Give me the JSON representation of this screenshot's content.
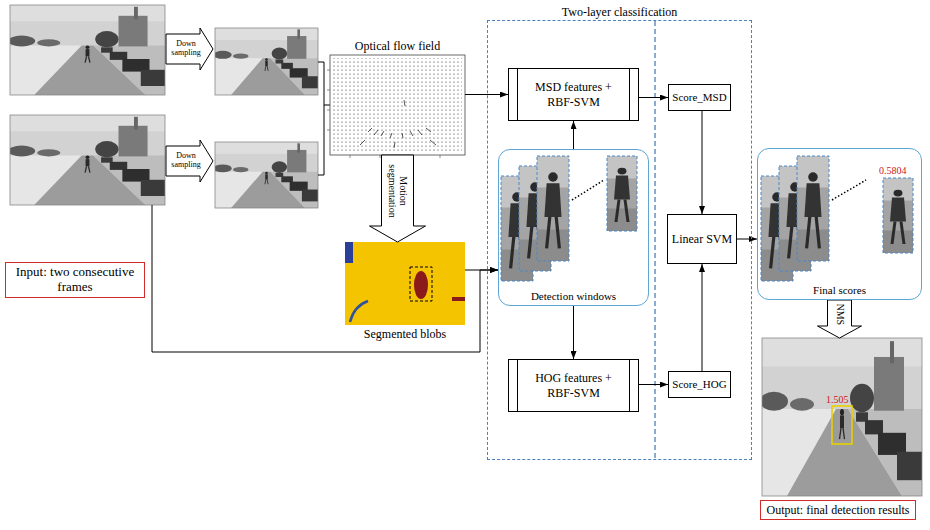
{
  "diagram": {
    "nodes": [
      {
        "text": [
          "Input: two consecutive frames"
        ]
      },
      {
        "text": [
          "Optical flow field"
        ]
      },
      {
        "text": [
          "Segmented blobs"
        ]
      },
      {
        "text": [
          "Two-layer classification"
        ]
      },
      {
        "text": [
          "MSD features + RBF-SVM"
        ],
        "in": 3
      },
      {
        "text": [
          "Detection windows"
        ],
        "in": 3
      },
      {
        "text": [
          "HOG features + RBF-SVM"
        ],
        "in": 3
      },
      {
        "text": [
          "Score_MSD"
        ],
        "in": 3
      },
      {
        "text": [
          "Linear SVM"
        ],
        "in": 3
      },
      {
        "text": [
          "Score_HOG"
        ],
        "in": 3
      },
      {
        "text": [
          "Final scores"
        ]
      },
      {
        "text": [
          "Output: final detection results"
        ]
      }
    ],
    "edges": [
      {
        "from": 1,
        "to": 2,
        "label": "Motion segmentation",
        "arrow": "to"
      },
      {
        "from": 1,
        "to": 4,
        "arrow": "to"
      },
      {
        "from": 0,
        "to": 5,
        "arrow": "to"
      },
      {
        "from": 2,
        "to": 5,
        "arrow": "to"
      },
      {
        "from": 5,
        "to": 4,
        "arrow": "to"
      },
      {
        "from": 5,
        "to": 6,
        "arrow": "to"
      },
      {
        "from": 4,
        "to": 7,
        "arrow": "to"
      },
      {
        "from": 6,
        "to": 9,
        "arrow": "to"
      },
      {
        "from": 7,
        "to": 8,
        "arrow": "to"
      },
      {
        "from": 9,
        "to": 8,
        "arrow": "to"
      },
      {
        "from": 8,
        "to": 10,
        "arrow": "to"
      },
      {
        "from": 10,
        "to": 11,
        "label": "NMS",
        "arrow": "to"
      }
    ],
    "labels": [
      "Down sampling",
      "Down sampling",
      "0.5804",
      "1.505"
    ]
  }
}
